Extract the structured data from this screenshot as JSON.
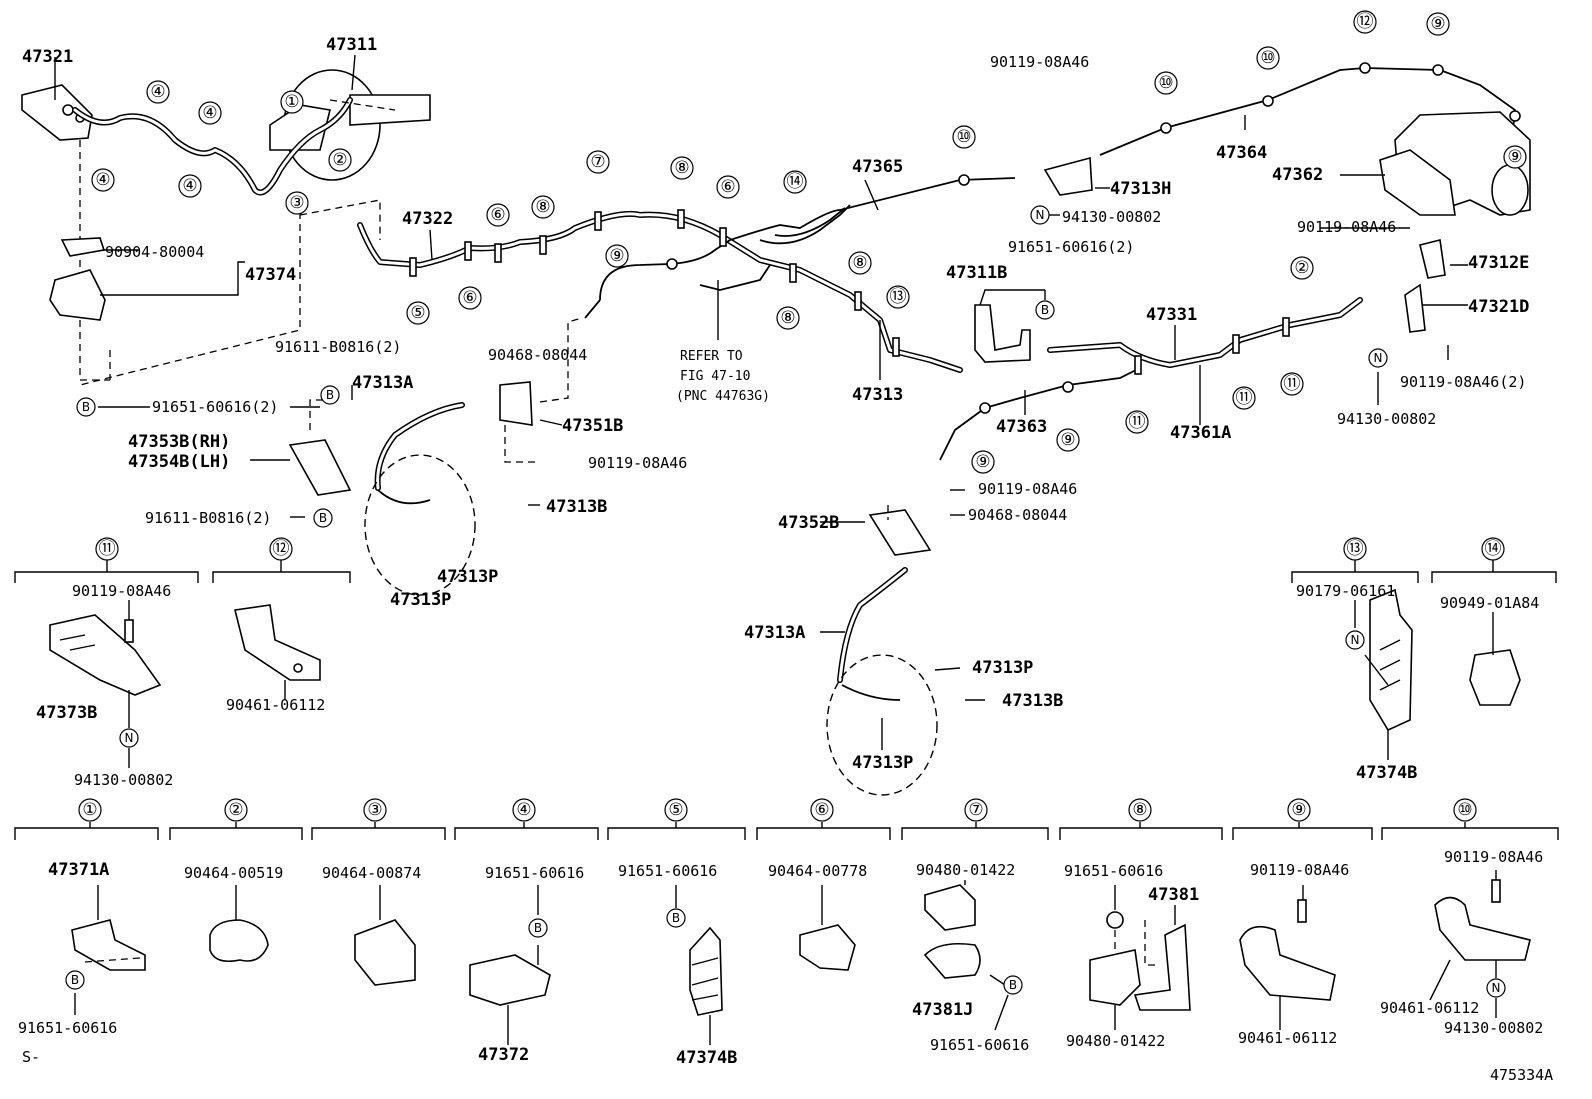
{
  "labels": {
    "p47321": "47321",
    "p47311": "47311",
    "p90904_80004": "90904-80004",
    "p47374": "47374",
    "p91651_1": "91651-60616(2)",
    "p91611_a": "91611-B0816(2)",
    "p47313A_1": "47313A",
    "p47353B": "47353B(RH)",
    "p47354B": "47354B(LH)",
    "p91611_b": "91611-B0816(2)",
    "p47322": "47322",
    "p90468_1": "90468-08044",
    "p47351B": "47351B",
    "p90119_1": "90119-08A46",
    "p47313B_1": "47313B",
    "p47313P_1": "47313P",
    "p47313P_2": "47313P",
    "refer1": "REFER TO",
    "refer2": "FIG 47-10",
    "refer3": "(PNC 44763G)",
    "p47365": "47365",
    "p47313": "47313",
    "p47311B": "47311B",
    "p91651_2": "91651-60616(2)",
    "p90119_2": "90119-08A46",
    "p47313H": "47313H",
    "p94130_1": "94130-00802",
    "p47364": "47364",
    "p47362": "47362",
    "p90119_3": "90119-08A46",
    "p47312E": "47312E",
    "p47321D": "47321D",
    "p47331": "47331",
    "p90119_4": "90119-08A46(2)",
    "p94130_2": "94130-00802",
    "p47363": "47363",
    "p47361A": "47361A",
    "p90119_5": "90119-08A46",
    "p90468_2": "90468-08044",
    "p47352B": "47352B",
    "p47313A_2": "47313A",
    "p47313P_3": "47313P",
    "p47313B_2": "47313B",
    "p47313P_4": "47313P",
    "s11_bolt": "90119-08A46",
    "s11_part": "47373B",
    "s11_nut": "94130-00802",
    "s12_part": "90461-06112",
    "s13_bolt": "90179-06161",
    "s13_part": "47374B",
    "s14_part": "90949-01A84",
    "s1_part": "47371A",
    "s1_clip": "91651-60616",
    "s2_part": "90464-00519",
    "s3_part": "90464-00874",
    "s4_clip": "91651-60616",
    "s4_part": "47372",
    "s5_clip": "91651-60616",
    "s5_part": "47374B",
    "s6_part": "90464-00778",
    "s7_part": "90480-01422",
    "s7_part2": "47381J",
    "s7_clip": "91651-60616",
    "s8_clip": "91651-60616",
    "s8_part": "47381",
    "s8_part2": "90480-01422",
    "s9_bolt": "90119-08A46",
    "s9_part": "90461-06112",
    "s10_bolt": "90119-08A46",
    "s10_part": "90461-06112",
    "s10_nut": "94130-00802",
    "footer_left": "S-",
    "footer_right": "475334A"
  },
  "callouts": {
    "c1": "①",
    "c2": "②",
    "c3": "③",
    "c4": "④",
    "c5": "⑤",
    "c6": "⑥",
    "c7": "⑦",
    "c8": "⑧",
    "c9": "⑨",
    "c10": "⑩",
    "c11": "⑪",
    "c12": "⑫",
    "c13": "⑬",
    "c14": "⑭",
    "b": "B",
    "n": "N"
  }
}
